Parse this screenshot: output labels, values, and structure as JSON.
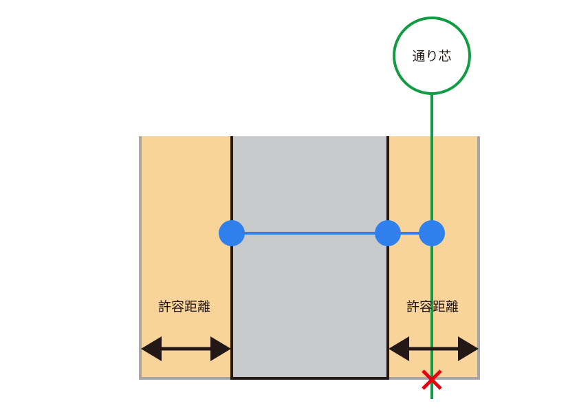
{
  "labels": {
    "allowance_left": "許容距離",
    "allowance_right": "許容距離",
    "grid_line": "通り芯"
  },
  "colors": {
    "allowance_zone": "#f8d49b",
    "wall_body": "#c8c9cb",
    "outer_edge": "#a7a6a6",
    "wall_line": "#231815",
    "arrow": "#231815",
    "grid_line": "#119b43",
    "measure_point": "#2f80ed",
    "measure_line": "#2f80ed",
    "error_mark": "#e60012",
    "label_text": "#231815"
  },
  "icons": {
    "error_mark": "cross-mark-icon",
    "grid_bubble": "grid-line-bubble"
  }
}
